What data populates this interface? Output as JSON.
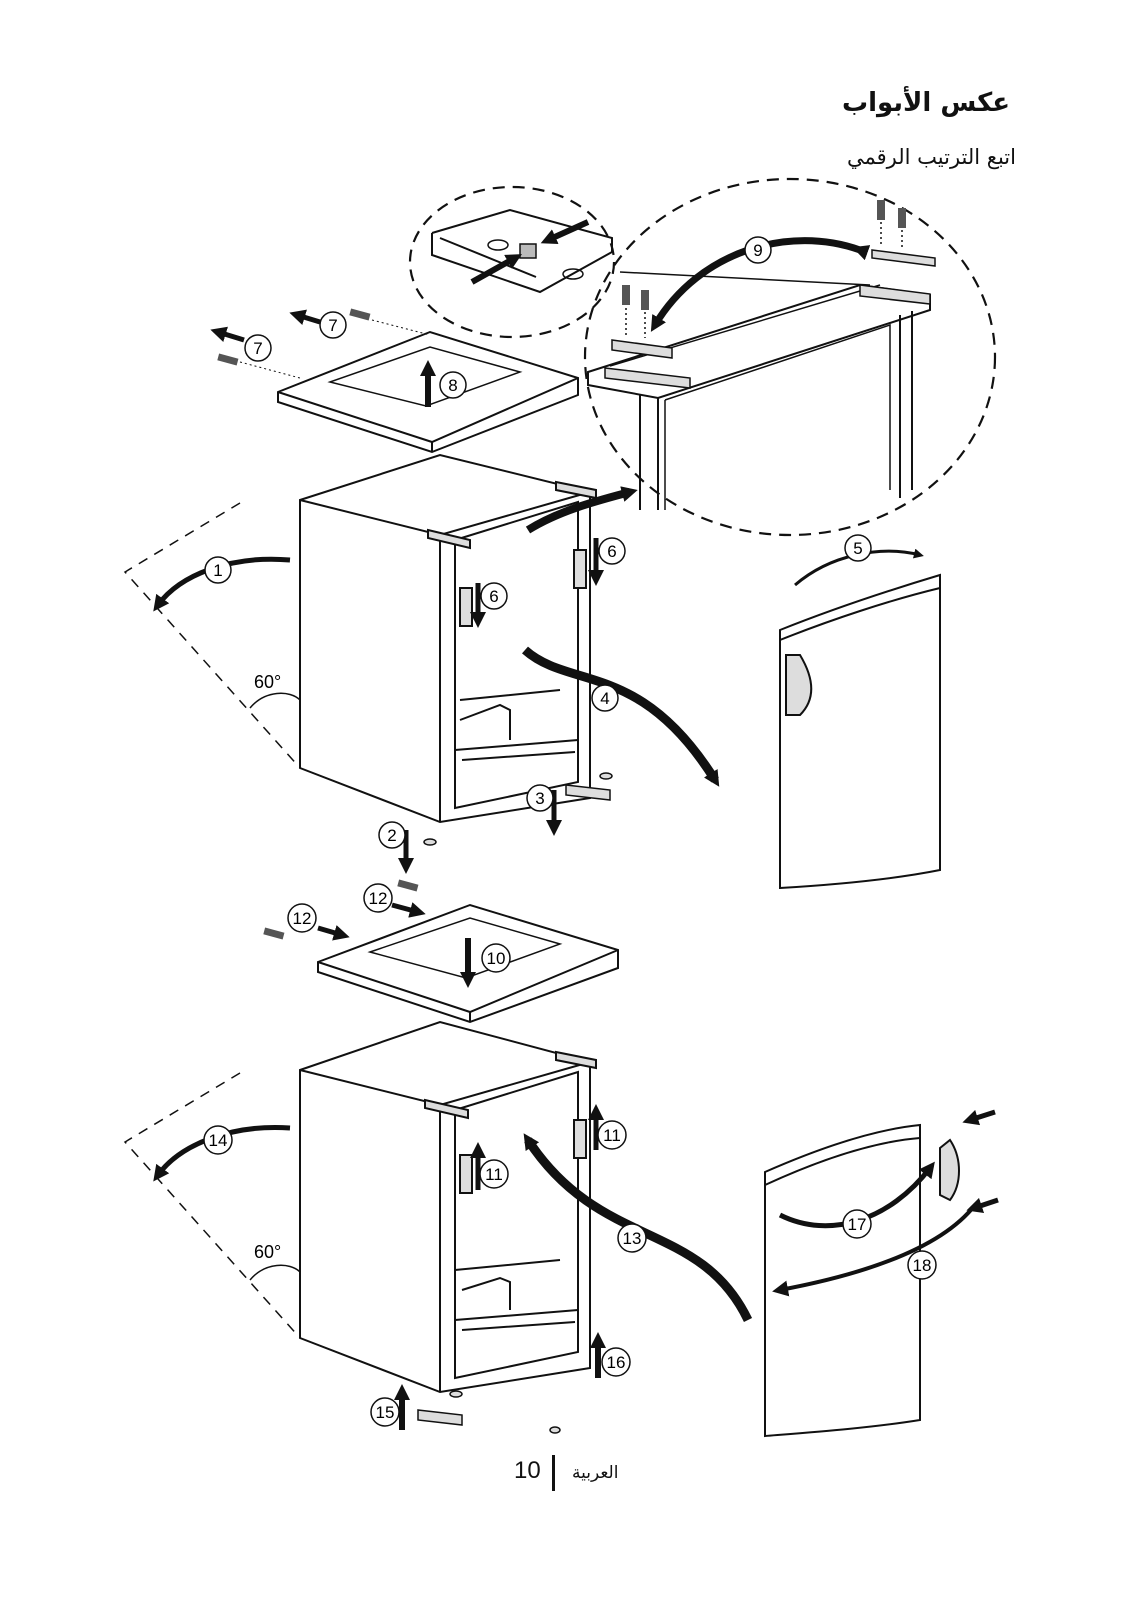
{
  "header": {
    "title": "عكس الأبواب",
    "subtitle": "اتبع الترتيب الرقمي"
  },
  "footer": {
    "page_number": "10",
    "language": "العربية"
  },
  "diagram": {
    "angle_label": "60°",
    "steps": [
      "1",
      "2",
      "3",
      "4",
      "5",
      "6",
      "7",
      "8",
      "9",
      "10",
      "11",
      "12",
      "13",
      "14",
      "15",
      "16",
      "17",
      "18"
    ]
  }
}
